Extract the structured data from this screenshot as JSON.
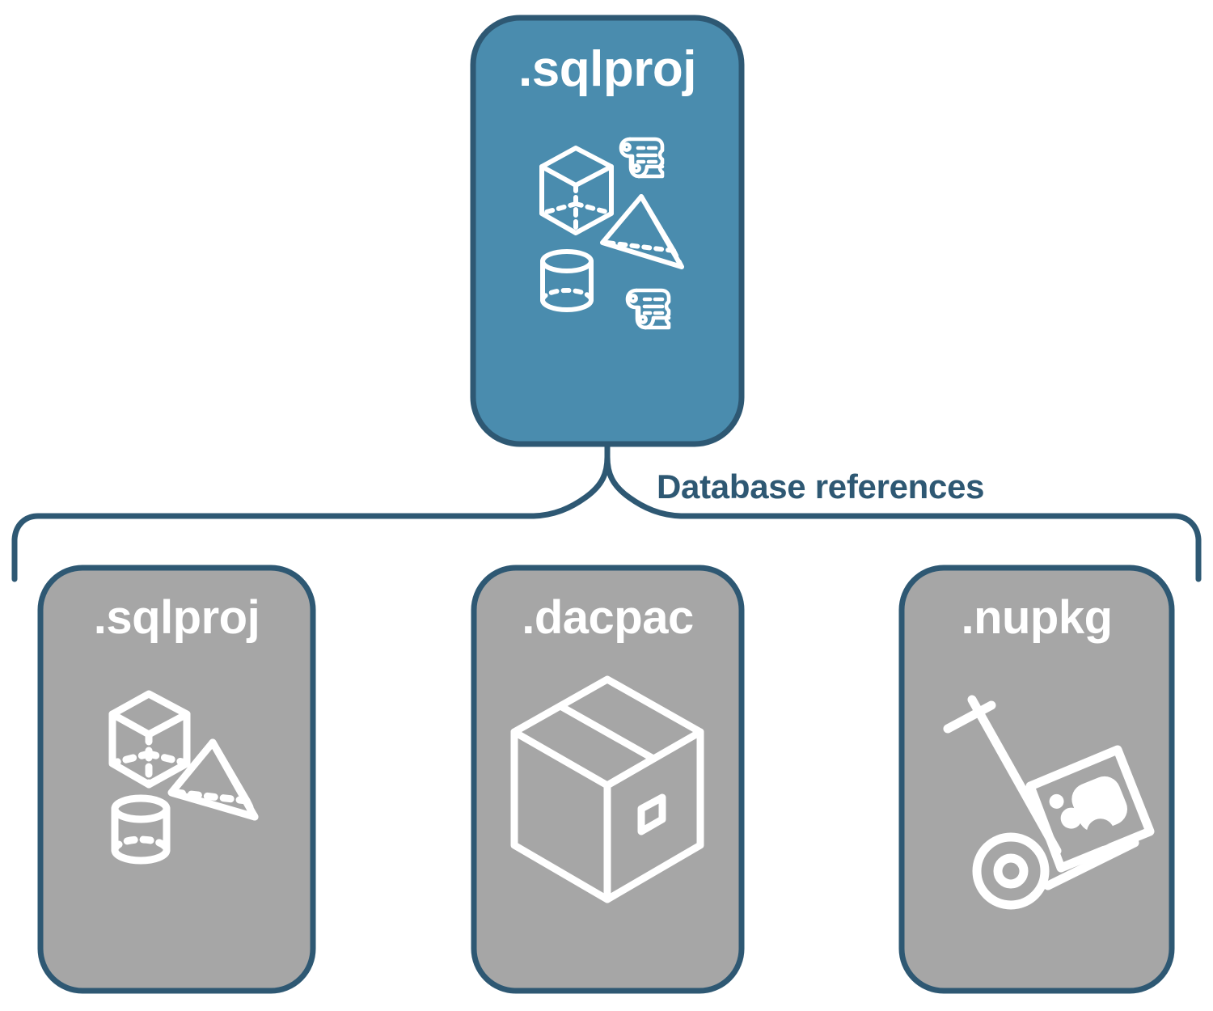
{
  "diagram": {
    "type": "hierarchy-diagram",
    "title_text": ".sqlproj",
    "connector_label": "Database references",
    "colors": {
      "accent_fill": "#4A8CAE",
      "card_border": "#2E5873",
      "neutral_fill": "#A6A6A6",
      "icon_stroke": "#FFFFFF",
      "label_text": "#2E5873",
      "background": "#FFFFFF"
    },
    "root_card": {
      "label": ".sqlproj",
      "fill": "#4A8CAE",
      "icons": [
        "cube-wireframe-icon",
        "scroll-document-icon",
        "pyramid-wireframe-icon",
        "cylinder-wireframe-icon",
        "scroll-document-icon"
      ]
    },
    "connector": {
      "label": "Database references",
      "shape": "curly-brace"
    },
    "child_cards": [
      {
        "label": ".sqlproj",
        "fill": "#A6A6A6",
        "icons": [
          "cube-wireframe-icon",
          "pyramid-wireframe-icon",
          "cylinder-wireframe-icon"
        ]
      },
      {
        "label": ".dacpac",
        "fill": "#A6A6A6",
        "icons": [
          "shipping-box-icon"
        ]
      },
      {
        "label": ".nupkg",
        "fill": "#A6A6A6",
        "icons": [
          "hand-truck-package-icon"
        ]
      }
    ]
  }
}
